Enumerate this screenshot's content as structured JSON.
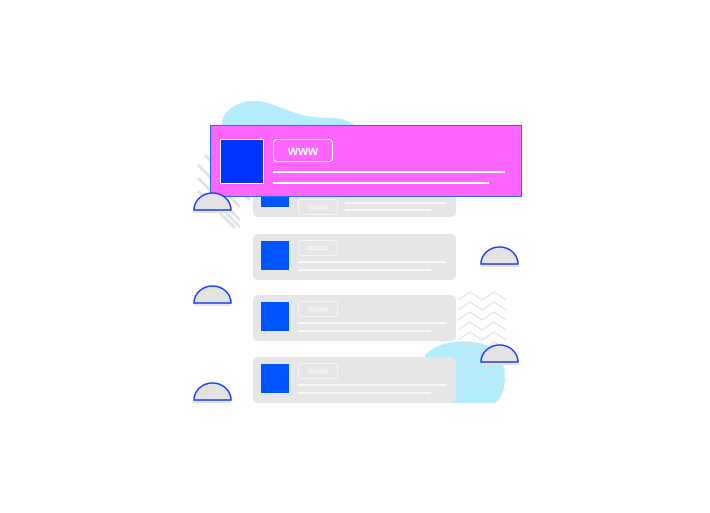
{
  "cards": [
    {
      "label": "www"
    },
    {
      "label": "www"
    },
    {
      "label": "www"
    },
    {
      "label": "www"
    }
  ],
  "highlight": {
    "label": "www",
    "color": "#ff66ff",
    "border": "#2a6bff"
  },
  "colors": {
    "accent": "#0055ff",
    "card": "#e6e6e6",
    "blob": "#b3ecfd"
  }
}
